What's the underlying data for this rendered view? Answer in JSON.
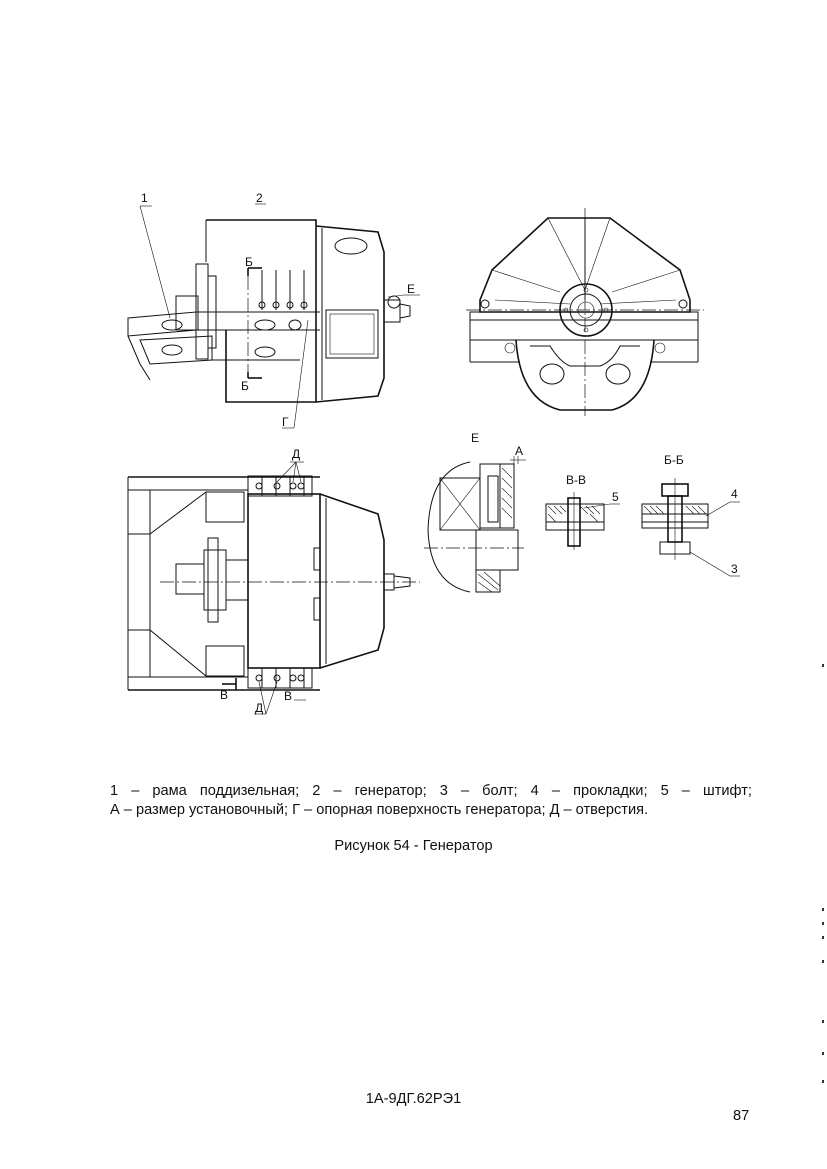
{
  "figure": {
    "callouts": {
      "n1": "1",
      "n2": "2",
      "n3": "3",
      "n4": "4",
      "n5": "5",
      "E_top": "Е",
      "B_top": "Б",
      "B_bottom": "Б",
      "G": "Г",
      "E_detail": "Е",
      "A": "А",
      "D_top": "Д",
      "D_bottom": "Д",
      "V_left": "В",
      "V_right": "В"
    },
    "section_titles": {
      "vv": "В-В",
      "bb": "Б-Б"
    }
  },
  "legend": {
    "line1": "1 – рама поддизельная;  2 – генератор;  3 – болт; 4 – прокладки; 5 – штифт;",
    "line2": "А – размер установочный; Г – опорная поверхность генератора; Д – отверстия."
  },
  "caption": "Рисунок 54 - Генератор",
  "footer": {
    "doc_id": "1А-9ДГ.62РЭ1",
    "page_number": "87"
  }
}
